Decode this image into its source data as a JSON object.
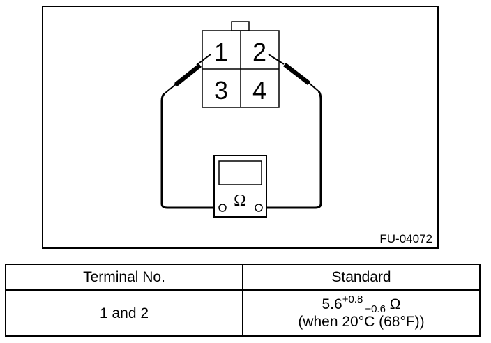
{
  "figure": {
    "code": "FU-04072",
    "terminals": [
      "1",
      "2",
      "3",
      "4"
    ],
    "meter_symbol": "Ω"
  },
  "table": {
    "headers": [
      "Terminal No.",
      "Standard"
    ],
    "rows": [
      {
        "terminal": "1 and 2",
        "standard_value": "5.6",
        "tolerance_upper": "+0.8",
        "tolerance_lower": "−0.6",
        "unit": "Ω",
        "condition": "(when 20°C (68°F))"
      }
    ]
  }
}
